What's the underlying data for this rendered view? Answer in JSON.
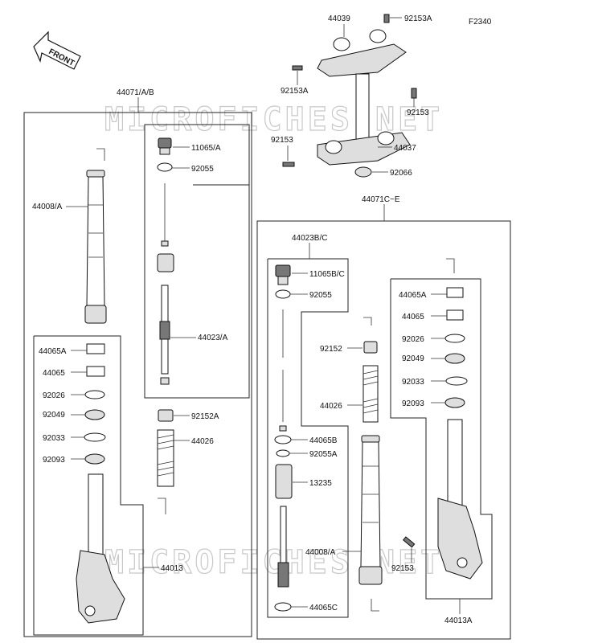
{
  "diagram": {
    "code": "F2340",
    "front_label": "FRONT",
    "watermark": "MICROFICHES.NET",
    "groups": {
      "left_assy": "44071/A/B",
      "right_assy": "44071C~E",
      "right_inner": "44023B/C"
    },
    "labels": {
      "p44039": "44039",
      "p92153A_top": "92153A",
      "p92153A_left": "92153A",
      "p92153_right": "92153",
      "p92153_left": "92153",
      "p44037": "44037",
      "p92066": "92066",
      "p44008A_left": "44008/A",
      "p11065A": "11065/A",
      "p92055_left": "92055",
      "p44023A": "44023/A",
      "p92152A": "92152A",
      "p44026_left": "44026",
      "p44065A_left": "44065A",
      "p44065_left": "44065",
      "p92026_left": "92026",
      "p92049_left": "92049",
      "p92033_left": "92033",
      "p92093_left": "92093",
      "p44013": "44013",
      "p11065BC": "11065B/C",
      "p92055_right": "92055",
      "p92152": "92152",
      "p44026_right": "44026",
      "p44065B": "44065B",
      "p92055A": "92055A",
      "p13235": "13235",
      "p44008A_right": "44008/A",
      "p44065C": "44065C",
      "p44065A_right": "44065A",
      "p44065_right": "44065",
      "p92026_right": "92026",
      "p92049_right": "92049",
      "p92033_right": "92033",
      "p92093_right": "92093",
      "p92153_lower": "92153",
      "p44013A": "44013A"
    }
  }
}
